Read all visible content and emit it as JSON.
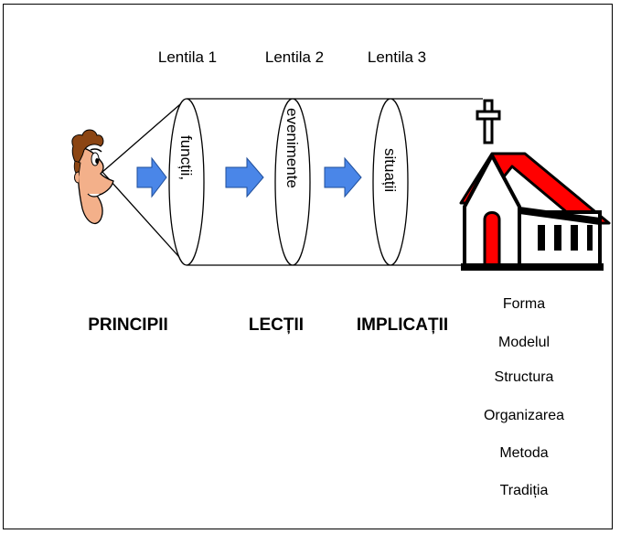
{
  "lenses": [
    {
      "title": "Lentila 1",
      "word": "funcții,"
    },
    {
      "title": "Lentila 2",
      "word": "evenimente"
    },
    {
      "title": "Lentila 3",
      "word": "situații"
    }
  ],
  "stages": [
    "PRINCIPII",
    "LECȚII",
    "IMPLICAȚII"
  ],
  "church_items": [
    "Forma",
    "Modelul",
    "Structura",
    "Organizarea",
    "Metoda",
    "Tradiția"
  ],
  "colors": {
    "arrow_fill": "#4a86e8",
    "arrow_stroke": "#1f4e9a",
    "roof": "#ff0000",
    "face": "#f3b08a",
    "hair": "#8b4513",
    "outline": "#000000"
  }
}
